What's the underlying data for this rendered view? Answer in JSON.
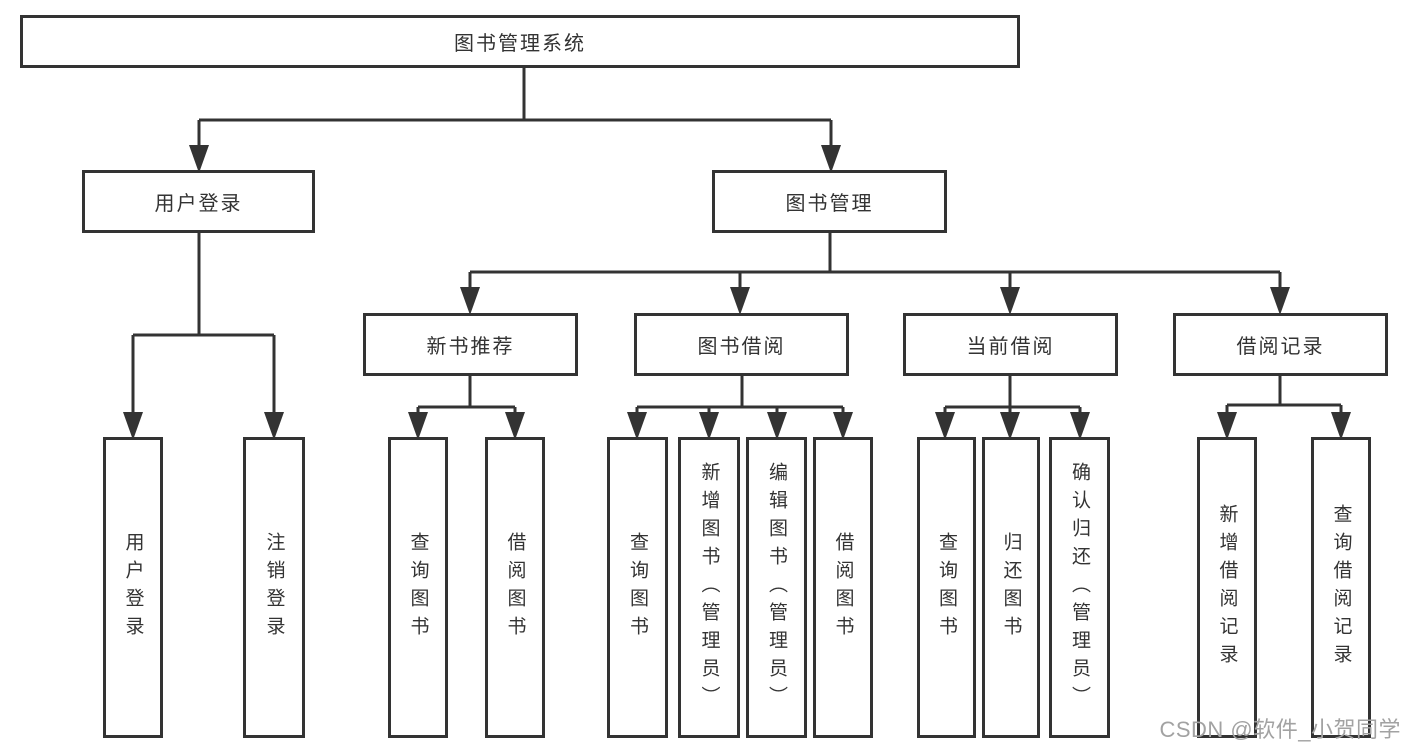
{
  "diagram_title": "图书管理系统",
  "colors": {
    "line": "#333333",
    "box_border": "#333333",
    "text": "#333333",
    "watermark": "#a2a2a2",
    "background": "#ffffff"
  },
  "nodes": {
    "root": {
      "label": "图书管理系统"
    },
    "user_login": {
      "label": "用户登录"
    },
    "book_management": {
      "label": "图书管理"
    },
    "new_book_recommend": {
      "label": "新书推荐"
    },
    "book_borrowing": {
      "label": "图书借阅"
    },
    "current_borrowing": {
      "label": "当前借阅"
    },
    "borrowing_records": {
      "label": "借阅记录"
    },
    "leaf_user_login": {
      "label": "用户登录"
    },
    "leaf_logout": {
      "label": "注销登录"
    },
    "leaf_recommend_query_books": {
      "label": "查询图书"
    },
    "leaf_recommend_borrow_books": {
      "label": "借阅图书"
    },
    "leaf_borrowing_query_books": {
      "label": "查询图书"
    },
    "leaf_borrowing_add_books": {
      "label": "新增图书（管理员）"
    },
    "leaf_borrowing_edit_books": {
      "label": "编辑图书（管理员）"
    },
    "leaf_borrowing_borrow_books": {
      "label": "借阅图书"
    },
    "leaf_current_query_books": {
      "label": "查询图书"
    },
    "leaf_current_return_books": {
      "label": "归还图书"
    },
    "leaf_current_confirm_return": {
      "label": "确认归还（管理员）"
    },
    "leaf_records_add_record": {
      "label": "新增借阅记录"
    },
    "leaf_records_query_record": {
      "label": "查询借阅记录"
    }
  },
  "watermark": {
    "text": "CSDN @软件_小贺同学"
  }
}
